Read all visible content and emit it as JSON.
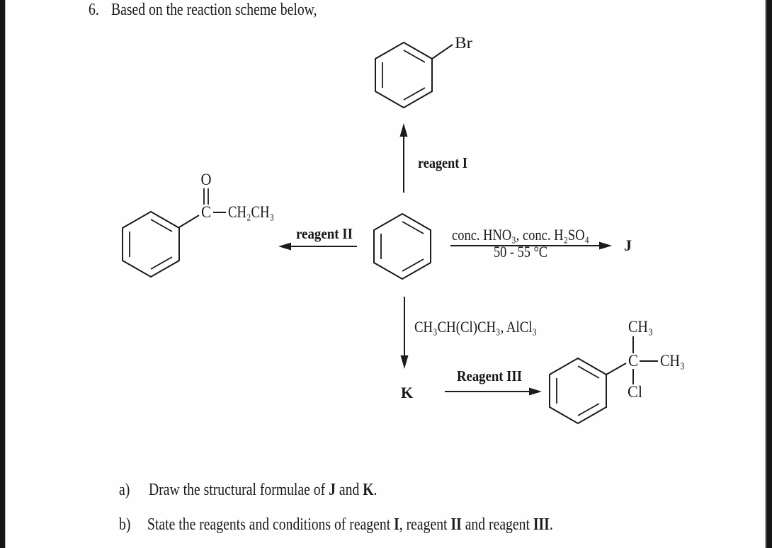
{
  "title": {
    "number": "6.",
    "text": "Based on the reaction scheme below,"
  },
  "scheme": {
    "bromobenzene": {
      "br": "Br"
    },
    "propiophenone": {
      "oxygen": "O",
      "carbon": "C",
      "ethyl": "CH₂CH₃"
    },
    "arrow_up": {
      "label": "reagent I"
    },
    "arrow_left": {
      "label": "reagent II"
    },
    "arrow_right": {
      "reagents": "conc. HNO₃, conc. H₂SO₄",
      "conditions": "50 - 55 °C",
      "product": "J"
    },
    "arrow_down": {
      "label": "CH₃CH(Cl)CH₃, AlCl₃",
      "product": "K"
    },
    "arrow_k": {
      "label": "Reagent III"
    },
    "chloro_product": {
      "carbon": "C",
      "methyl_top": "CH₃",
      "methyl_right": "CH₃",
      "chlorine": "Cl"
    }
  },
  "questions": {
    "a": {
      "marker": "a)",
      "parts": [
        "Draw the structural formulae of ",
        "J",
        " and ",
        "K",
        "."
      ]
    },
    "b": {
      "marker": "b)",
      "parts": [
        "State the reagents and conditions of reagent ",
        "I",
        ", reagent ",
        "II",
        " and reagent ",
        "III",
        "."
      ]
    }
  }
}
